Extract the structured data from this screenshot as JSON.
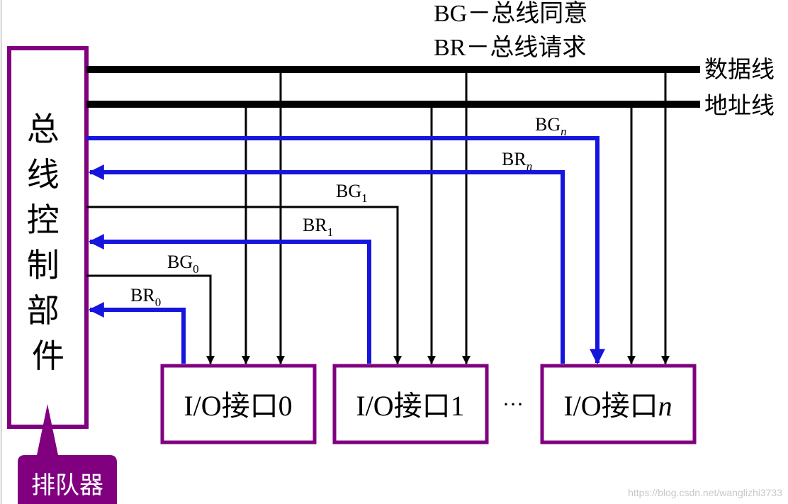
{
  "legend": {
    "bg_line": "BG－总线同意",
    "br_line": "BR－总线请求"
  },
  "buses": {
    "data_bus": "数据线",
    "address_bus": "地址线"
  },
  "controller": {
    "label_chars": [
      "总",
      "线",
      "控",
      "制",
      "部",
      "件"
    ],
    "arbiter": "排队器"
  },
  "signals": {
    "bg_n": {
      "base": "BG",
      "sub": "n"
    },
    "br_n": {
      "base": "BR",
      "sub": "n"
    },
    "bg_1": {
      "base": "BG",
      "sub": "1"
    },
    "br_1": {
      "base": "BR",
      "sub": "1"
    },
    "bg_0": {
      "base": "BG",
      "sub": "0"
    },
    "br_0": {
      "base": "BR",
      "sub": "0"
    }
  },
  "interfaces": {
    "if0": {
      "prefix": "I/O接口",
      "index": "0"
    },
    "if1": {
      "prefix": "I/O接口",
      "index": "1"
    },
    "ifn": {
      "prefix": "I/O接口",
      "index": "n"
    }
  },
  "ellipsis": "···",
  "watermark": "https://blog.csdn.net/wanglizhi3733",
  "colors": {
    "bus": "#000000",
    "request_grant_n_and_1": "#1515dd",
    "frame": "#800080"
  }
}
